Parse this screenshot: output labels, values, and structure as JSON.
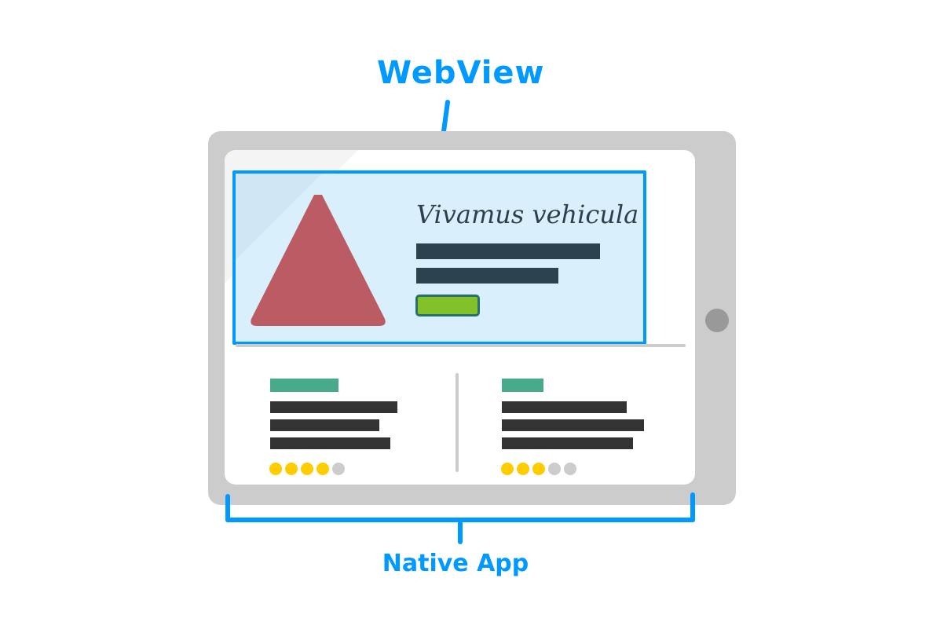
{
  "labels": {
    "webview": "WebView",
    "native_app": "Native App"
  },
  "webview_content": {
    "title": "Vivamus vehicula",
    "text_bars": [
      234,
      181
    ],
    "button": {
      "color": "#82c12a",
      "border": "#287070"
    },
    "hero_shape": "triangle",
    "hero_color": "#bb5c65"
  },
  "native_cards": [
    {
      "tag_width": 87,
      "lines": [
        162,
        139,
        153
      ],
      "rating": 4,
      "max_rating": 5
    },
    {
      "tag_width": 53,
      "lines": [
        159,
        181,
        167
      ],
      "rating": 3,
      "max_rating": 5
    }
  ],
  "colors": {
    "accent_blue": "#0099ff",
    "tablet_frame": "#cccccc",
    "webview_bg": "#d9effc",
    "star_on": "#ffcc00",
    "star_off": "#cccccc",
    "tag_green": "#47ab8b",
    "text_bar_dark": "#2c4251",
    "text_bar_gray": "#333333"
  }
}
